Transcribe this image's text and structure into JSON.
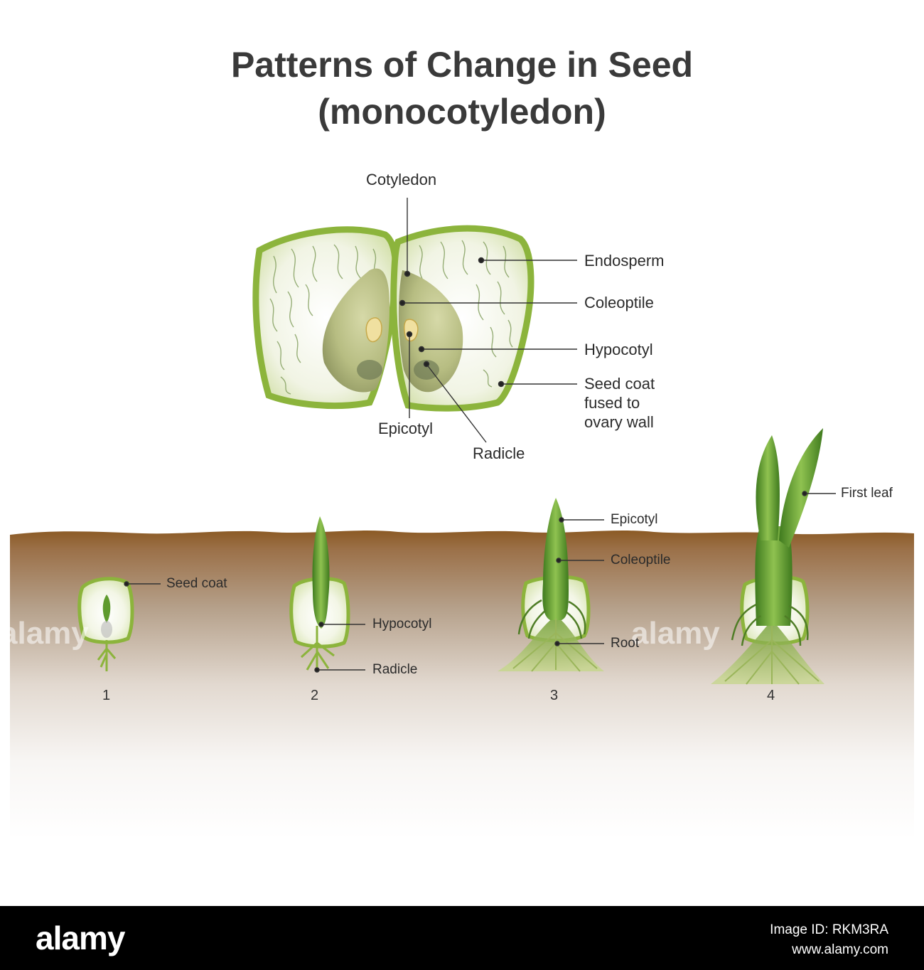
{
  "title": {
    "line1": "Patterns of Change in Seed",
    "line2": "(monocotyledon)"
  },
  "seed_labels": {
    "cotyledon": "Cotyledon",
    "endosperm": "Endosperm",
    "coleoptile": "Coleoptile",
    "hypocotyl": "Hypocotyl",
    "seed_coat_1": "Seed coat",
    "seed_coat_2": "fused to",
    "seed_coat_3": "ovary wall",
    "epicotyl": "Epicotyl",
    "radicle": "Radicle"
  },
  "stages": {
    "s1": {
      "number": "1",
      "label_seed_coat": "Seed coat"
    },
    "s2": {
      "number": "2",
      "label_hypocotyl": "Hypocotyl",
      "label_radicle": "Radicle"
    },
    "s3": {
      "number": "3",
      "label_epicotyl": "Epicotyl",
      "label_coleoptile": "Coleoptile",
      "label_root": "Root"
    },
    "s4": {
      "number": "4",
      "label_first_leaf": "First leaf"
    }
  },
  "watermark": "alamy",
  "footer": {
    "logo": "alamy",
    "image_id": "Image ID: RKM3RA",
    "site": "www.alamy.com"
  },
  "colors": {
    "seed_green": "#8cb43c",
    "plant_green": "#5f9a2e",
    "soil_top": "#8b5a24",
    "text": "#2b2b2b"
  }
}
